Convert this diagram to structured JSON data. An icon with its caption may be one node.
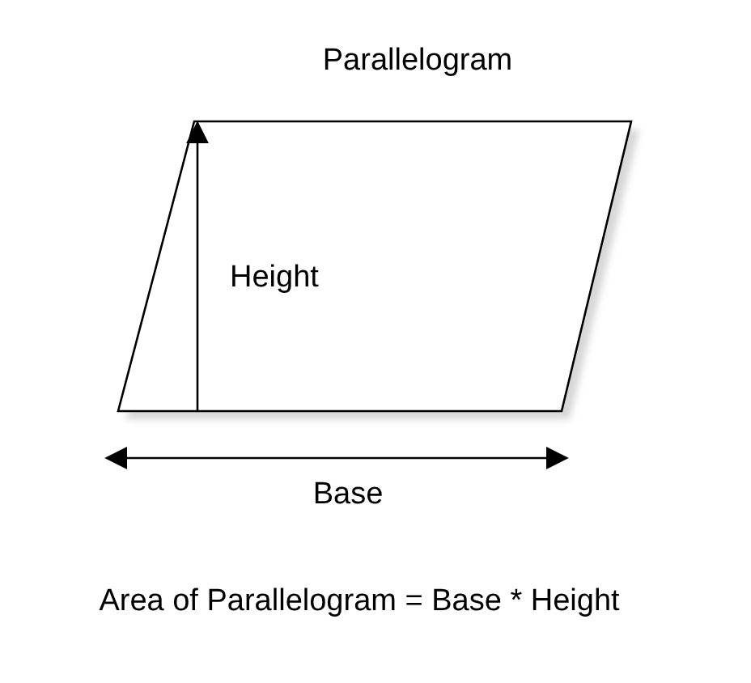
{
  "diagram": {
    "title": "Parallelogram",
    "caption": "Area of Parallelogram = Base * Height",
    "nodes": [
      {
        "text": [],
        "shape": "parallelogram"
      }
    ],
    "labels": [
      "Height",
      "Base"
    ]
  }
}
